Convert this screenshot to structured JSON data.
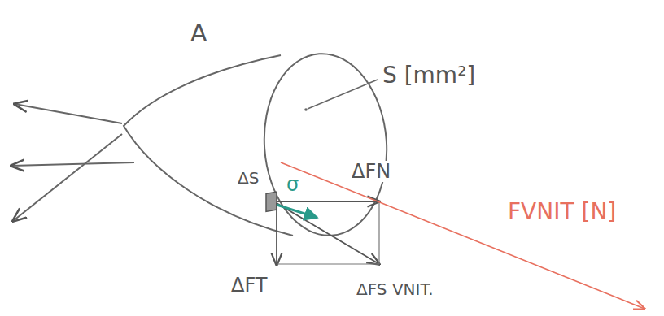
{
  "diagram": {
    "labels": [
      "A",
      "S [mm²]",
      "ΔS",
      "σ",
      "ΔFN",
      "ΔFT",
      "ΔFS VNIT.",
      "FVNIT [N]"
    ]
  }
}
